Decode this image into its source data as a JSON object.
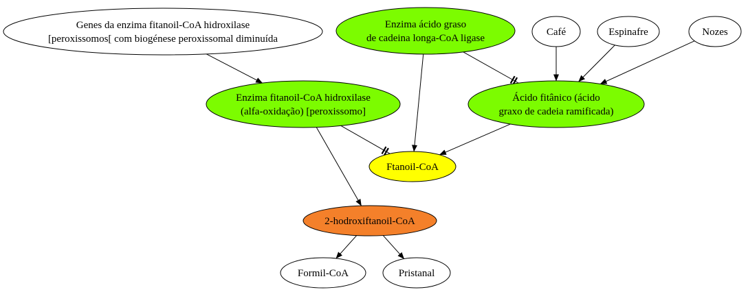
{
  "nodes": [
    {
      "id": "genes",
      "lines": [
        "Genes da enzima fitanoil-CoA hidroxilase",
        "[peroxissomos[ com biogénese peroxissomal diminuída"
      ],
      "fill": "#ffffff"
    },
    {
      "id": "lcfa",
      "lines": [
        "Enzima ácido graso",
        "de cadeina longa-CoA ligase"
      ],
      "fill": "#7cfc00"
    },
    {
      "id": "cafe",
      "lines": [
        "Café"
      ],
      "fill": "#ffffff"
    },
    {
      "id": "espinafre",
      "lines": [
        "Espinafre"
      ],
      "fill": "#ffffff"
    },
    {
      "id": "nozes",
      "lines": [
        "Nozes"
      ],
      "fill": "#ffffff"
    },
    {
      "id": "enzfit",
      "lines": [
        "Enzima fitanoil-CoA hidroxilase",
        "(alfa-oxidação) [peroxissomo]"
      ],
      "fill": "#7cfc00"
    },
    {
      "id": "acido",
      "lines": [
        "Ácido fitânico (ácido",
        "graxo de cadeia ramificada)"
      ],
      "fill": "#7cfc00"
    },
    {
      "id": "ftanoil",
      "lines": [
        "Ftanoil-CoA"
      ],
      "fill": "#ffff00"
    },
    {
      "id": "hidroxi",
      "lines": [
        "2-hodroxiftanoil-CoA"
      ],
      "fill": "#f4802a"
    },
    {
      "id": "formil",
      "lines": [
        "Formil-CoA"
      ],
      "fill": "#ffffff"
    },
    {
      "id": "pristanal",
      "lines": [
        "Pristanal"
      ],
      "fill": "#ffffff"
    }
  ],
  "edges": [
    {
      "from": "genes",
      "to": "enzfit",
      "style": "arrow"
    },
    {
      "from": "lcfa",
      "to": "ftanoil",
      "style": "arrow"
    },
    {
      "from": "lcfa",
      "to": "acido",
      "style": "tee"
    },
    {
      "from": "cafe",
      "to": "acido",
      "style": "arrow"
    },
    {
      "from": "espinafre",
      "to": "acido",
      "style": "arrow"
    },
    {
      "from": "nozes",
      "to": "acido",
      "style": "arrow"
    },
    {
      "from": "enzfit",
      "to": "ftanoil",
      "style": "tee"
    },
    {
      "from": "enzfit",
      "to": "hidroxi",
      "style": "arrow"
    },
    {
      "from": "acido",
      "to": "ftanoil",
      "style": "arrow"
    },
    {
      "from": "hidroxi",
      "to": "formil",
      "style": "arrow"
    },
    {
      "from": "hidroxi",
      "to": "pristanal",
      "style": "arrow"
    }
  ]
}
